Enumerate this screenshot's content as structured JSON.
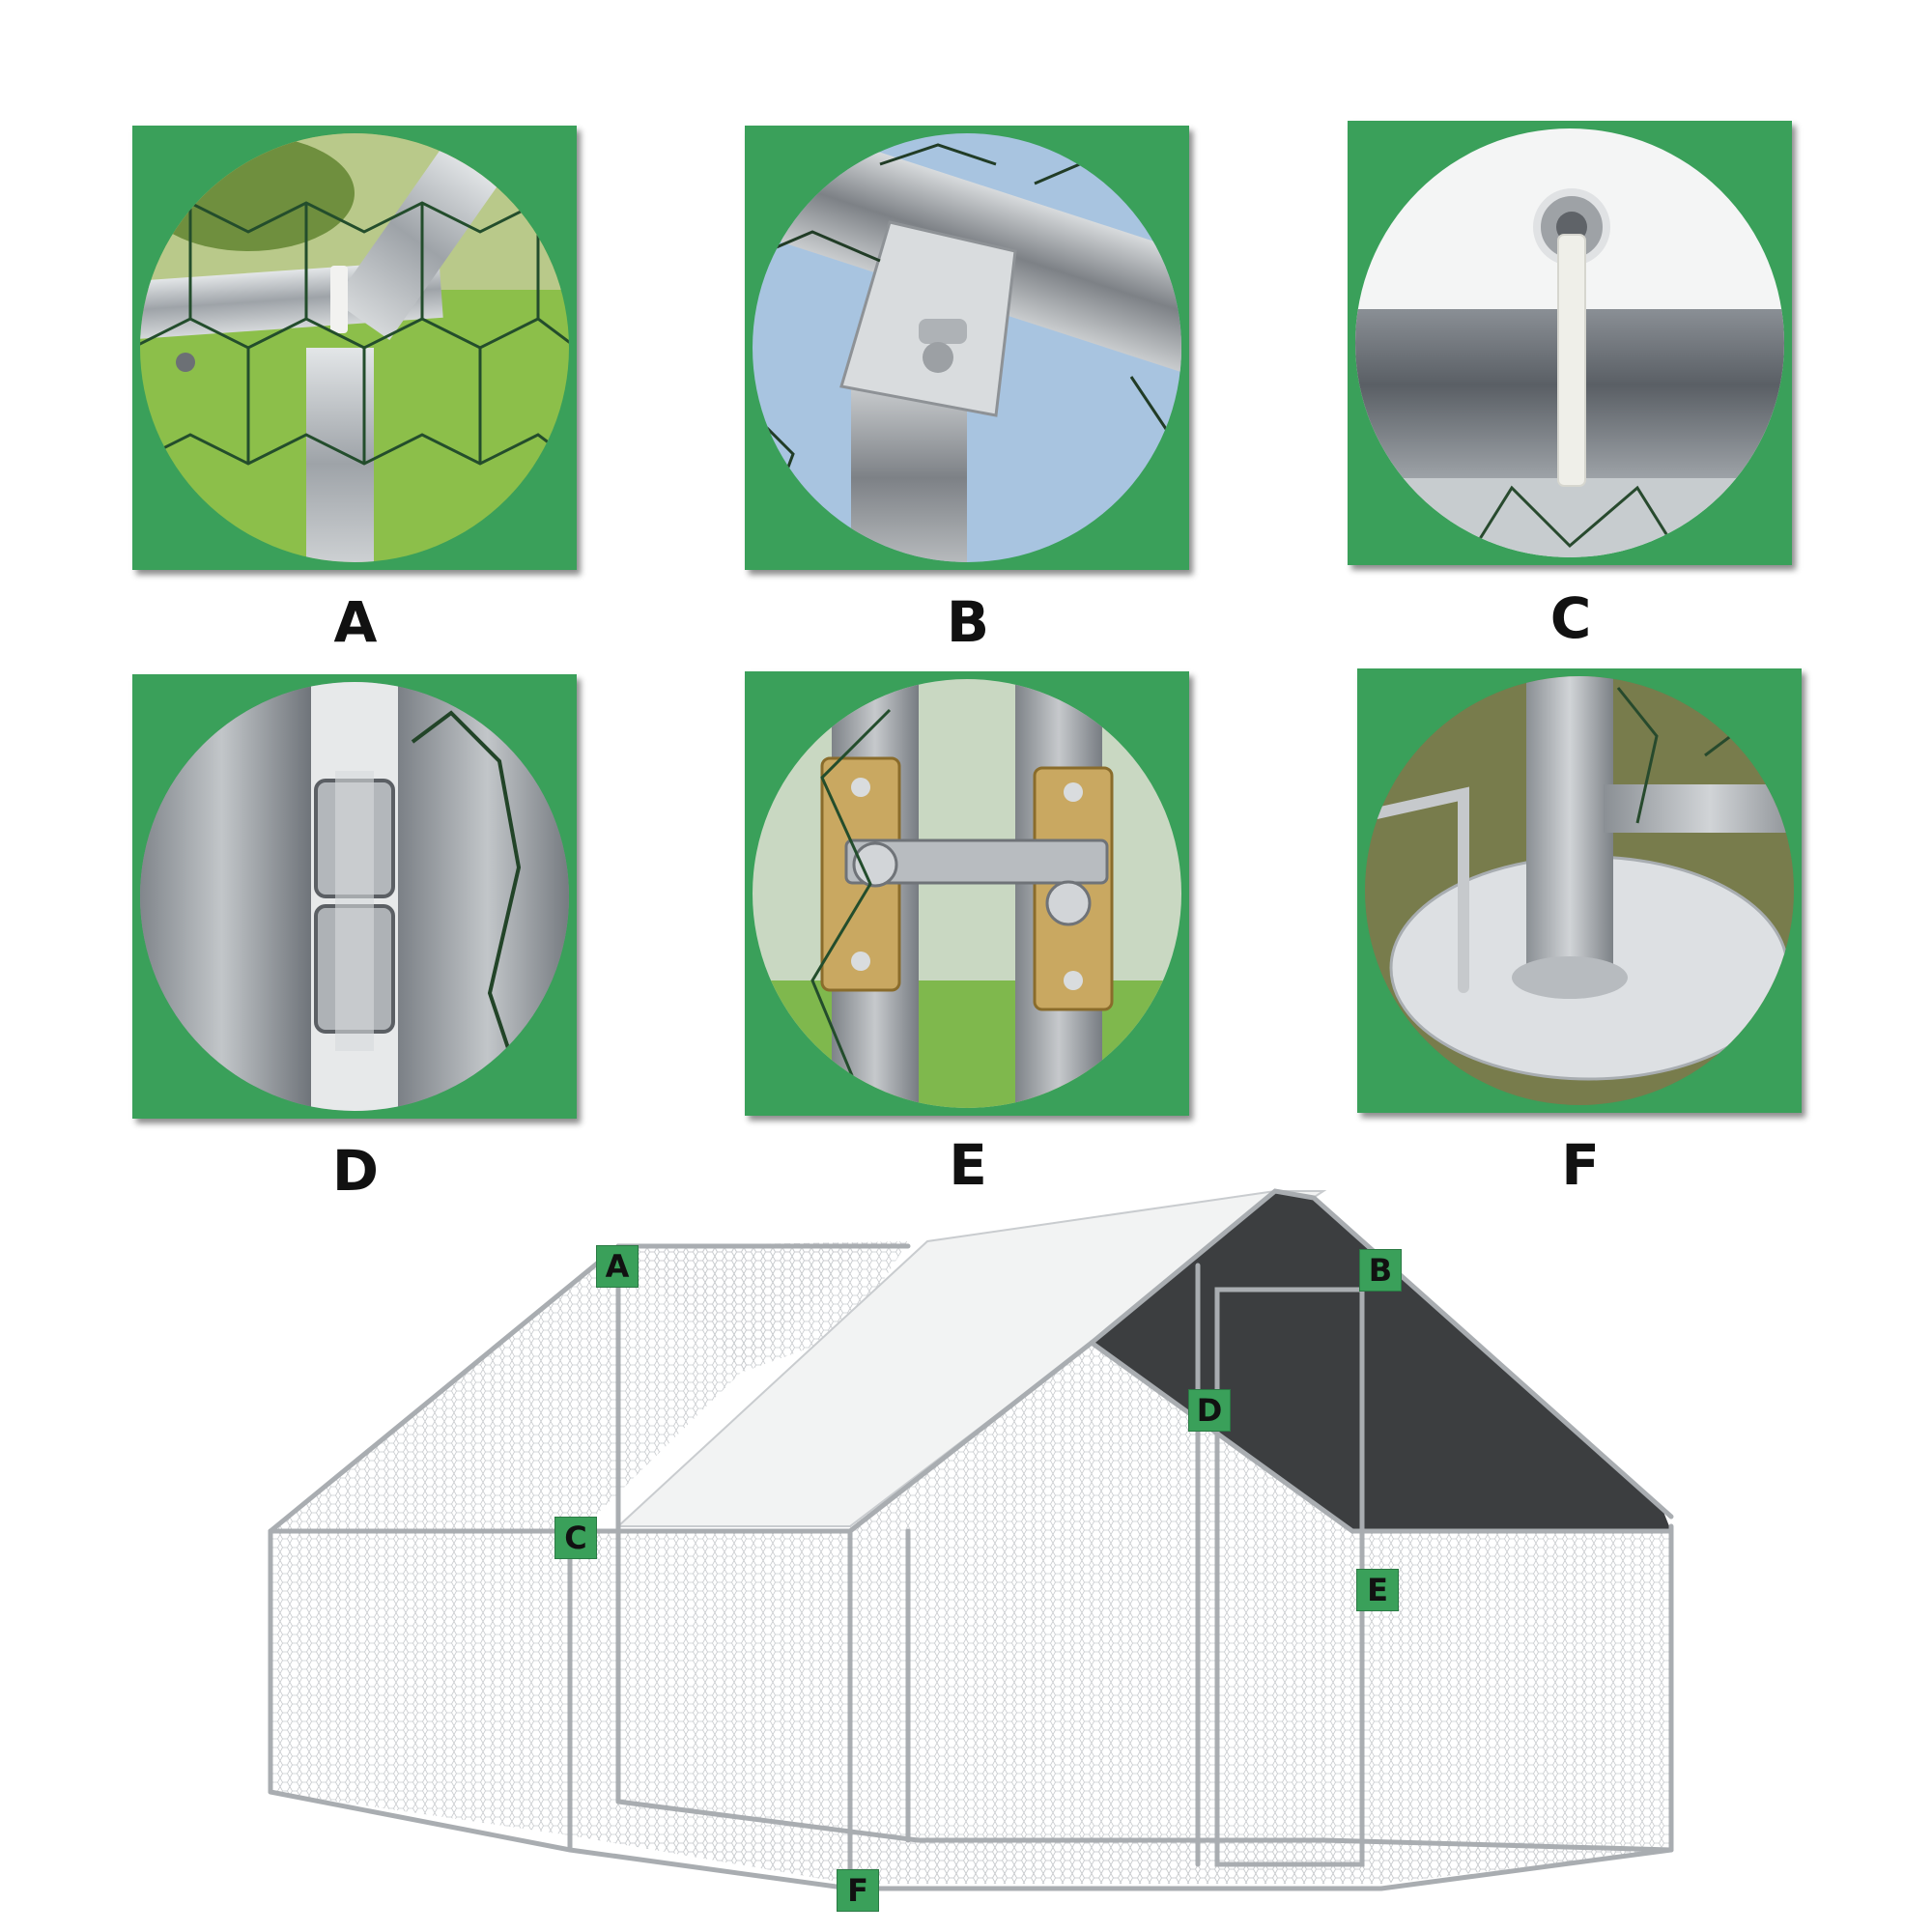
{
  "details": [
    {
      "letter": "A",
      "subject": "pipe-joint-cable-tie"
    },
    {
      "letter": "B",
      "subject": "roof-bracket-bolt"
    },
    {
      "letter": "C",
      "subject": "cover-grommet-tie"
    },
    {
      "letter": "D",
      "subject": "door-hinge"
    },
    {
      "letter": "E",
      "subject": "door-latch"
    },
    {
      "letter": "F",
      "subject": "ground-plate-stake"
    }
  ],
  "coop_labels": {
    "a": "A",
    "b": "B",
    "c": "C",
    "d": "D",
    "e": "E",
    "f": "F"
  },
  "colors": {
    "frame_green": "#3aa05a",
    "steel": "#b8bcc0",
    "cover_white": "#f2f3f3",
    "cover_dark": "#3c3e40",
    "mesh": "#c9cccf"
  }
}
